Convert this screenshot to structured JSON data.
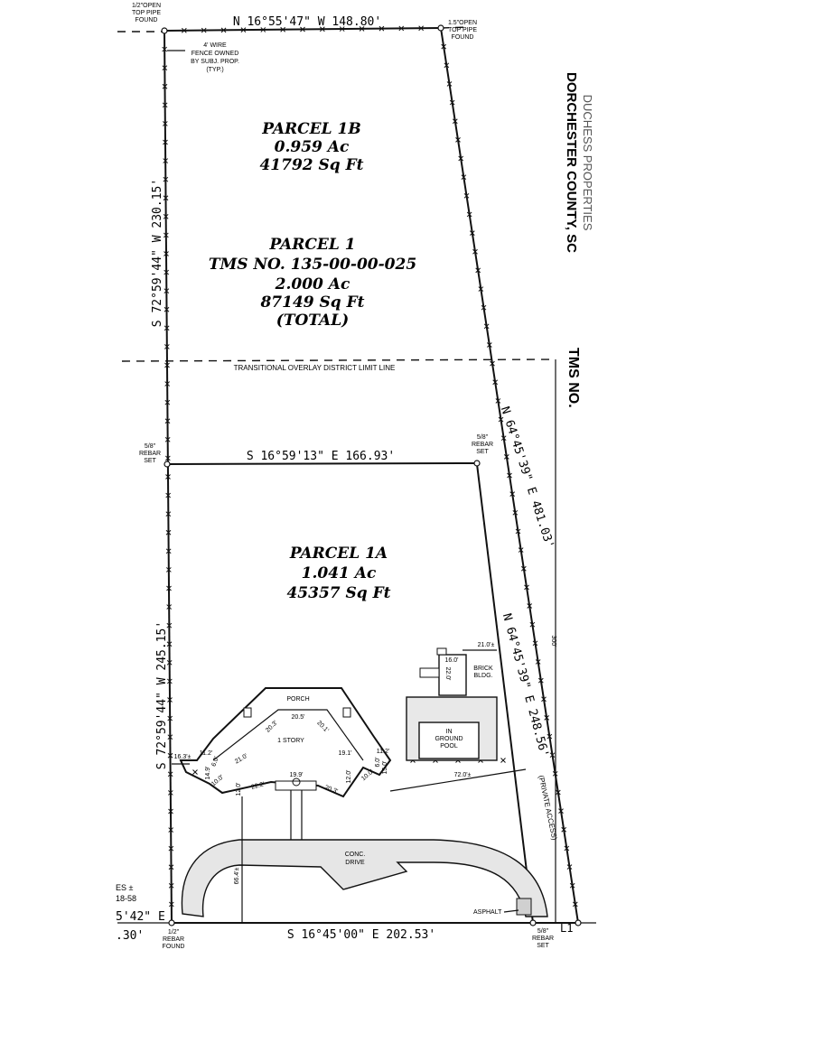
{
  "parcels": {
    "p1b": {
      "name": "PARCEL 1B",
      "acres": "0.959 Ac",
      "sqft": "41792 Sq Ft"
    },
    "p1": {
      "name": "PARCEL 1",
      "tms": "TMS NO. 135-00-00-025",
      "acres": "2.000 Ac",
      "sqft": "87149 Sq Ft",
      "note": "(TOTAL)"
    },
    "p1a": {
      "name": "PARCEL 1A",
      "acres": "1.041 Ac",
      "sqft": "45357 Sq Ft"
    }
  },
  "bearings": {
    "top": "N 16°55'47\"  W   148.80'",
    "left_upper": "S 72°59'44\"  W   230.15'",
    "left_lower": "S 72°59'44\"  W   245.15'",
    "split": "S 16°59'13\"  E   166.93'",
    "right_outer": "N 64°45'39\"  E   481.03'",
    "right_inner": "N 64°45'39\"  E   248.56'",
    "bottom": "S 16°45'00\"  E   202.53'",
    "bottom_left_partial": "5'42\"  E",
    "bottom_left_dist": ".30'"
  },
  "labels": {
    "open_top_left": [
      "1/2\"OPEN",
      "TOP PIPE",
      "FOUND"
    ],
    "open_top_right": [
      "1.5\"OPEN",
      "TOP PIPE",
      "FOUND"
    ],
    "fence_note": [
      "4' WIRE",
      "FENCE OWNED",
      "BY SUBJ. PROP.",
      "(TYP.)"
    ],
    "county": "DORCHESTER COUNTY, SC",
    "county_partial": "DUCHESS PROPERTIES",
    "tms_right": "TMS NO.",
    "overlay": "TRANSITIONAL OVERLAY DISTRICT LIMIT LINE",
    "rebar_set_left": [
      "5/8\"",
      "REBAR",
      "SET"
    ],
    "rebar_set_right": [
      "5/8\"",
      "REBAR",
      "SET"
    ],
    "rebar_found_bottom": [
      "1/2\"",
      "REBAR",
      "FOUND"
    ],
    "rebar_set_bottom": [
      "5/8\"",
      "REBAR",
      "SET"
    ],
    "porch": "PORCH",
    "story": "1 STORY",
    "brick": [
      "BRICK",
      "BLDG."
    ],
    "pool": [
      "IN",
      "GROUND",
      "POOL"
    ],
    "drive": [
      "CONC.",
      "DRIVE"
    ],
    "asphalt": "ASPHALT",
    "private_access": "(PRIVATE ACCESS)",
    "partial_left": [
      "ES ±",
      "18-58"
    ],
    "partial_right_bottom": "L1",
    "dims": {
      "d_21_0pm": "21.0'±",
      "d_16_0": "16.0'",
      "d_22_0": "22.0'",
      "d_72_0": "72.0'±",
      "d_66_4": "66.4'±",
      "d_300": "300'",
      "d_16_3": "16.3'±",
      "d_11_2a": "11.2'",
      "d_11_2b": "11.2'",
      "d_20_5": "20.5'",
      "d_20_3": "20.3'",
      "d_20_1": "20.1'",
      "d_21_0": "21.0'",
      "d_19_1": "19.1'",
      "d_19_9": "19.9'",
      "d_22_2": "22.2'",
      "d_20_3b": "20.3'",
      "d_12_0a": "12.0'",
      "d_12_0b": "12.0'",
      "d_10_0a": "10.0'",
      "d_10_0b": "10.0'",
      "d_14_9": "14.9'",
      "d_15_0": "15.0'",
      "d_6_0a": "6.0'",
      "d_6_0b": "6.0'"
    }
  }
}
